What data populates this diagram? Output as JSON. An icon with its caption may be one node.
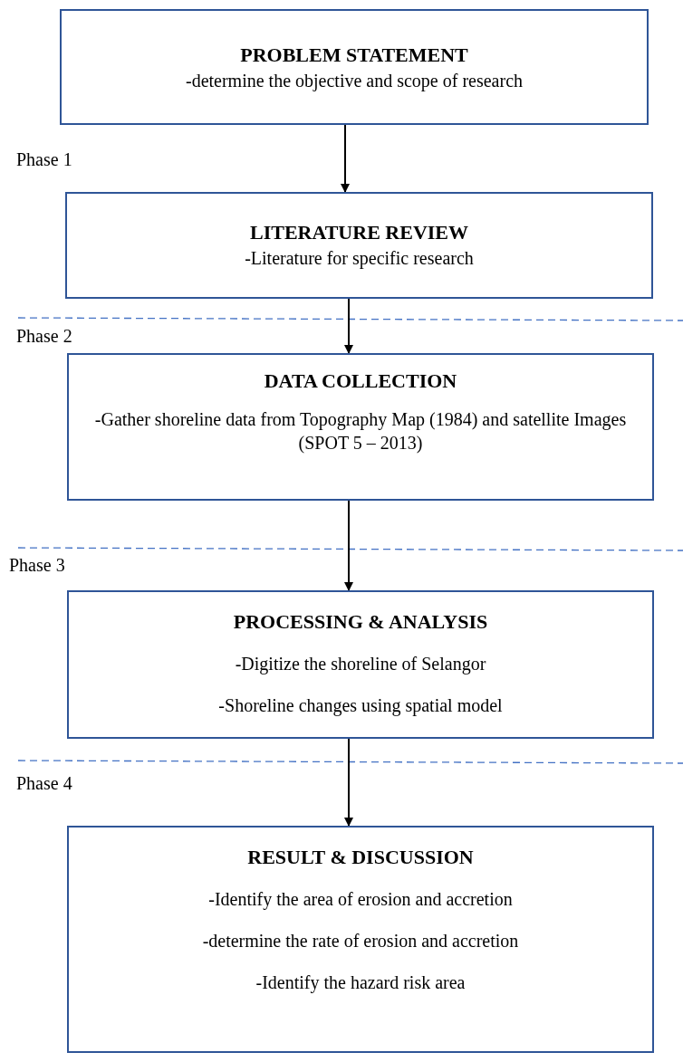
{
  "diagram": {
    "nodes": [
      {
        "text": [
          "PROBLEM STATEMENT",
          "-determine the objective and scope of research"
        ]
      },
      {
        "text": [
          "LITERATURE REVIEW",
          "-Literature for specific research"
        ]
      },
      {
        "text": [
          "DATA COLLECTION",
          "-Gather shoreline data from Topography Map (1984) and satellite Images (SPOT 5 – 2013)"
        ]
      },
      {
        "text": [
          "PROCESSING & ANALYSIS",
          "-Digitize the shoreline of Selangor",
          "-Shoreline changes using spatial model"
        ]
      },
      {
        "text": [
          "RESULT & DISCUSSION",
          "-Identify the area of erosion and accretion",
          "-determine the rate of erosion and accretion",
          "-Identify the hazard risk area"
        ]
      }
    ],
    "edges": [
      {
        "from": 0,
        "to": 1,
        "arrow": "to"
      },
      {
        "from": 1,
        "to": 2,
        "arrow": "to"
      },
      {
        "from": 2,
        "to": 3,
        "arrow": "to"
      },
      {
        "from": 3,
        "to": 4,
        "arrow": "to"
      }
    ],
    "labels": [
      "Phase 1",
      "Phase 2",
      "Phase 3",
      "Phase 4"
    ]
  }
}
